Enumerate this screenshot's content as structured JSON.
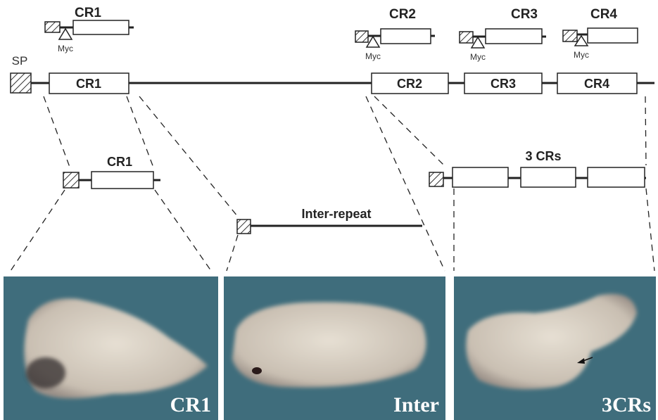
{
  "constructs": {
    "cr1": "CR1",
    "cr2": "CR2",
    "cr3": "CR3",
    "cr4": "CR4",
    "myc": "Myc"
  },
  "full_length": {
    "sp": "SP",
    "domains": [
      "CR1",
      "CR2",
      "CR3",
      "CR4"
    ]
  },
  "subconstructs": {
    "cr1": "CR1",
    "inter": "Inter-repeat",
    "three": "3 CRs"
  },
  "panels": [
    {
      "label": "CR1"
    },
    {
      "label": "Inter"
    },
    {
      "label": "3CRs"
    }
  ],
  "colors": {
    "panel_bg": "#3f6d7c",
    "embryo": "#d8d0c4"
  }
}
